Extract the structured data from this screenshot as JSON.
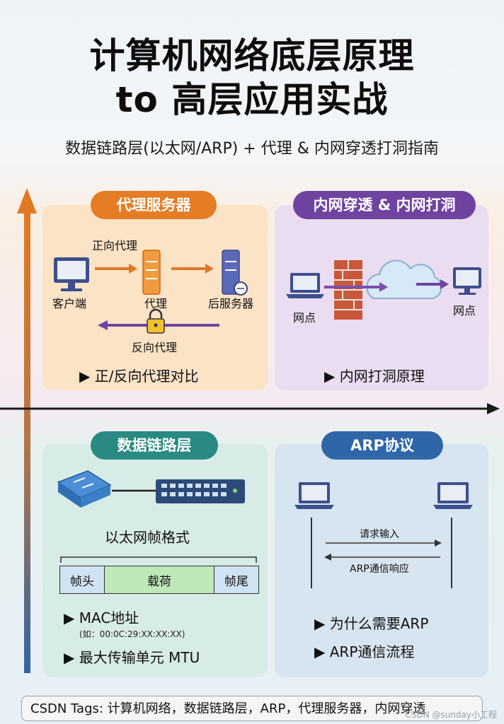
{
  "header": {
    "title_line1": "计算机网络底层原理",
    "title_line2": "to 高层应用实战",
    "subtitle": "数据链路层(以太网/ARP) + 代理 & 内网穿透打洞指南"
  },
  "proxy_panel": {
    "heading": "代理服务器",
    "forward_label": "正向代理",
    "client_label": "客户端",
    "proxy_label": "代理",
    "backend_label": "后服务器",
    "reverse_label": "反向代理",
    "bullet": "正/反向代理对比"
  },
  "nat_panel": {
    "heading": "内网穿透 & 内网打洞",
    "left_node": "网点",
    "right_node": "网点",
    "bullet": "内网打洞原理"
  },
  "link_panel": {
    "heading": "数据链路层",
    "frame_title": "以太网帧格式",
    "frame_fields": [
      "帧头",
      "载荷",
      "帧尾"
    ],
    "bullet_mac": "MAC地址",
    "mac_example": "(如：00:0C:29:XX:XX:XX)",
    "bullet_mtu": "最大传输单元 MTU"
  },
  "arp_panel": {
    "heading": "ARP协议",
    "request_label": "请求输入",
    "response_label": "ARP通信响应",
    "bullet_why": "为什么需要ARP",
    "bullet_flow": "ARP通信流程"
  },
  "footer": {
    "tags": "CSDN Tags: 计算机网络，数据链路层，ARP，代理服务器，内网穿透",
    "watermark": "CSDN @sunday小工程"
  },
  "colors": {
    "orange": "#e47d24",
    "purple": "#6f43a0",
    "teal": "#2a8a82",
    "blue": "#2f66a8"
  },
  "icons": [
    "monitor-icon",
    "server-icon",
    "lock-icon",
    "laptop-icon",
    "firewall-icon",
    "cloud-icon",
    "switch-icon"
  ]
}
